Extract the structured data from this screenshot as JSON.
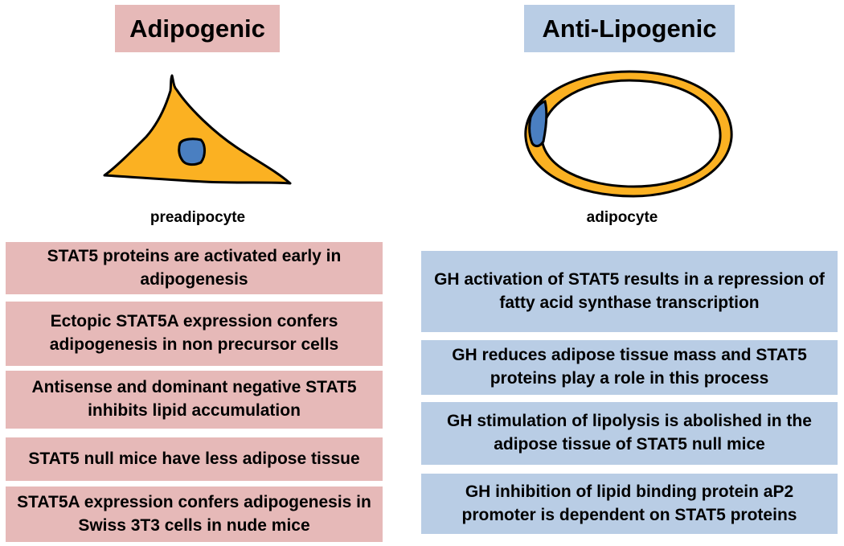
{
  "left": {
    "header": "Adipogenic",
    "cell_label": "preadipocyte",
    "facts": [
      "STAT5 proteins are activated early in adipogenesis",
      "Ectopic STAT5A expression confers adipogenesis in non precursor cells",
      "Antisense and dominant negative STAT5 inhibits lipid accumulation",
      "STAT5 null mice have less adipose tissue",
      "STAT5A expression confers adipogenesis in Swiss 3T3 cells in nude mice"
    ]
  },
  "right": {
    "header": "Anti-Lipogenic",
    "cell_label": "adipocyte",
    "facts": [
      "GH activation of STAT5 results in a repression of fatty acid synthase transcription",
      "GH reduces adipose tissue mass and STAT5 proteins play a role in this process",
      "GH stimulation of lipolysis is abolished in the adipose tissue of STAT5 null mice",
      "GH inhibition of lipid binding protein aP2 promoter is dependent on STAT5 proteins"
    ]
  },
  "colors": {
    "pink": "#e6b9b8",
    "blue": "#b9cde5",
    "cytoplasm": "#fbb122",
    "nucleus": "#4a7fc1"
  }
}
